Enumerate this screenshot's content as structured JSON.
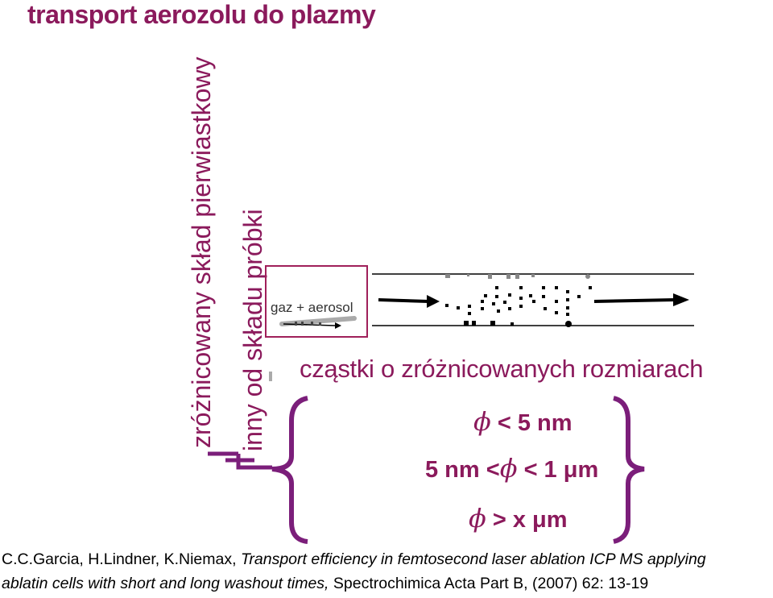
{
  "title": "transport aerozolu do plazmy",
  "vertical_labels": {
    "outer": "zróżnicowany skład pierwiastkowy",
    "inner": "inny od składu próbki"
  },
  "box_label": "gaz + aerosol",
  "particles_label": "cząstki o zróżnicowanych rozmiarach",
  "size_classes": [
    {
      "prefix": "",
      "post": "< 5 nm"
    },
    {
      "prefix": "5 nm <",
      "post": "< 1 μm"
    },
    {
      "prefix": "",
      "post": "> x μm"
    }
  ],
  "symbol": "ϕ",
  "reference": {
    "line1_authors": "C.C.Garcia, H.Lindner, K.Niemax, ",
    "line1_title": "Transport efficiency in femtosecond laser ablation ICP MS applying",
    "line2_title": "ablatin cells with short and long washout times,",
    "line2_source": " Spectrochimica Acta Part B, (2007) 62: 13-19"
  },
  "colors": {
    "title": "#8B1A5C",
    "bracket": "#7B1E7A",
    "box": "#A0205A"
  }
}
